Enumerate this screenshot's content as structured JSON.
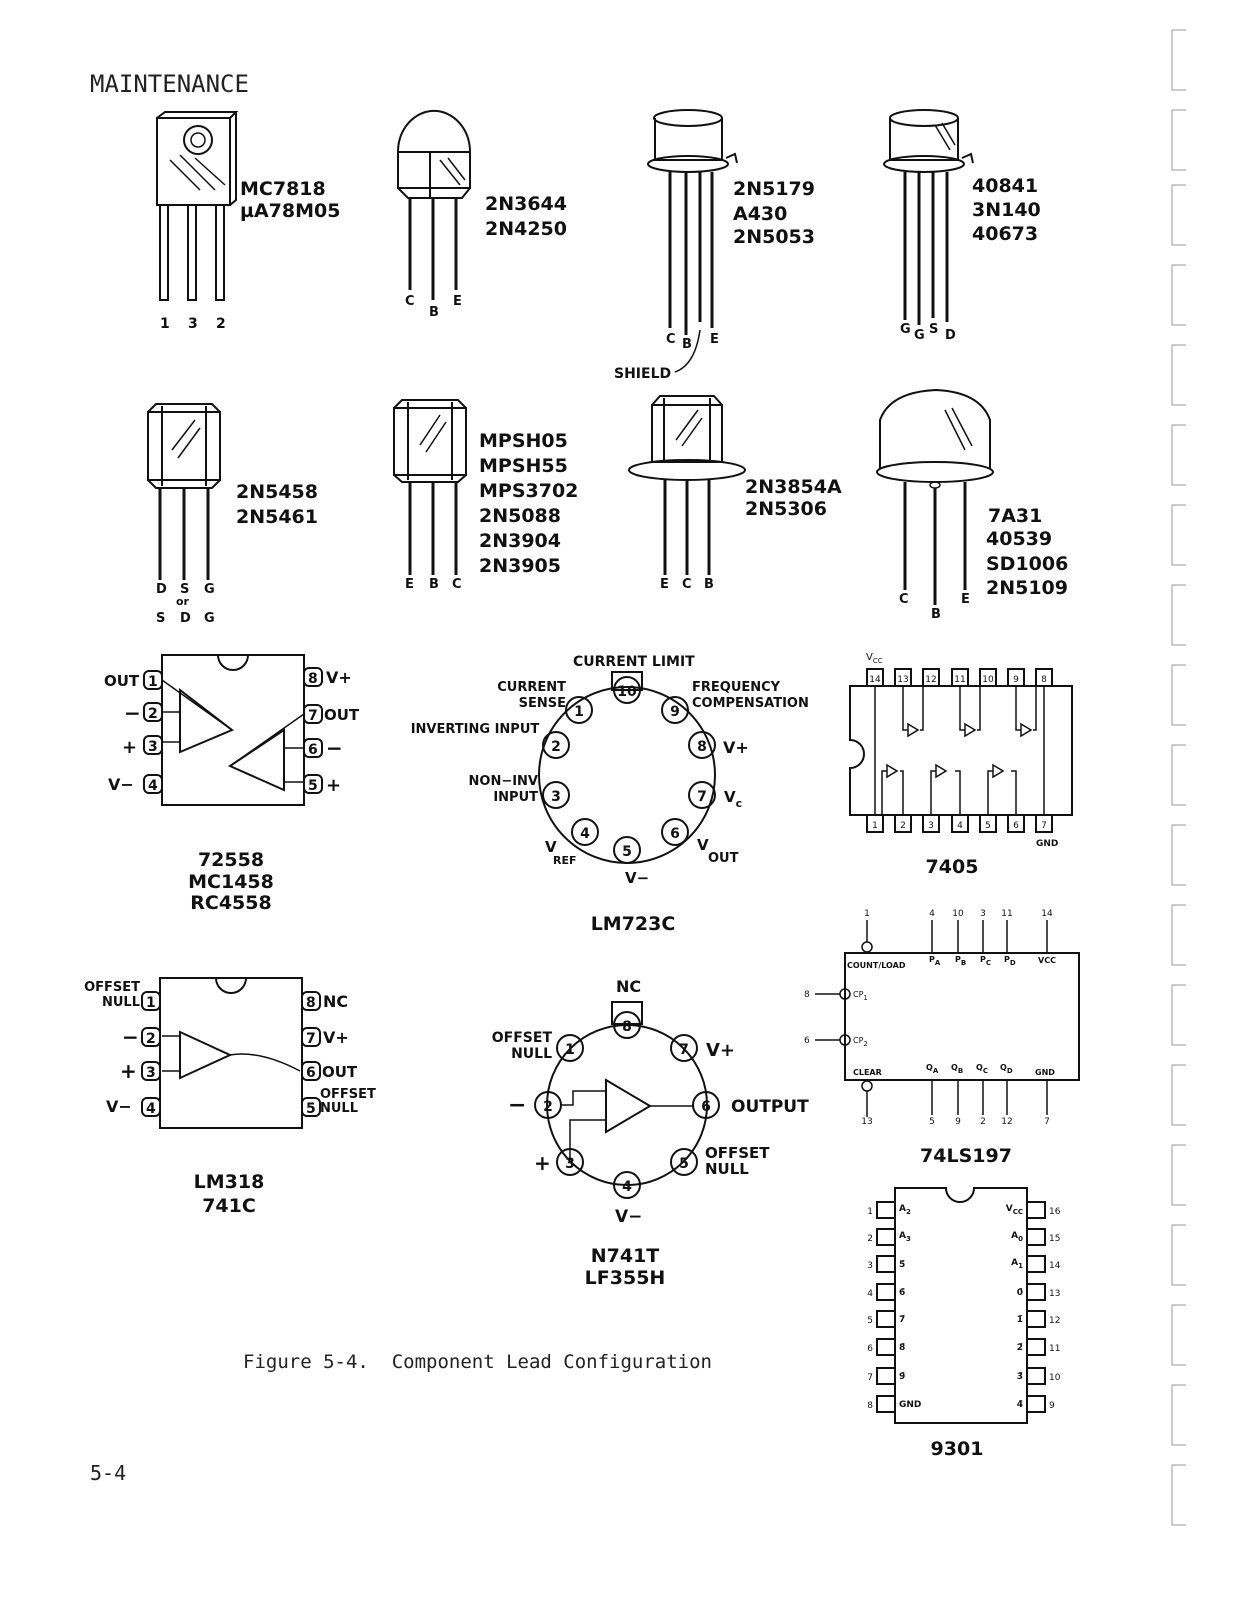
{
  "header": {
    "section": "MAINTENANCE"
  },
  "caption": "Figure 5-4.  Component Lead Configuration",
  "page_number": "5-4",
  "transistors": {
    "t1": {
      "parts": [
        "MC7818",
        "µA78M05"
      ],
      "pins": [
        "1",
        "3",
        "2"
      ]
    },
    "t2": {
      "parts": [
        "2N3644",
        "2N4250"
      ],
      "pins": [
        "C",
        "B",
        "E"
      ]
    },
    "t3": {
      "parts": [
        "2N5179",
        "A430",
        "2N5053"
      ],
      "pins": [
        "C",
        "B",
        "E"
      ],
      "shield": "SHIELD"
    },
    "t4": {
      "parts": [
        "40841",
        "3N140",
        "40673"
      ],
      "pins": [
        "G",
        "G",
        "S",
        "D"
      ]
    },
    "t5": {
      "parts": [
        "2N5458",
        "2N5461"
      ],
      "pins_top": [
        "D",
        "S",
        "G"
      ],
      "or": "or",
      "pins_bottom": [
        "S",
        "D",
        "G"
      ]
    },
    "t6": {
      "parts": [
        "MPSH05",
        "MPSH55",
        "MPS3702",
        "2N5088",
        "2N3904",
        "2N3905"
      ],
      "pins": [
        "E",
        "B",
        "C"
      ]
    },
    "t7": {
      "parts": [
        "2N3854A",
        "2N5306"
      ],
      "pins": [
        "E",
        "C",
        "B"
      ]
    },
    "t8": {
      "parts": [
        "7A31",
        "40539",
        "SD1006",
        "2N5109"
      ],
      "pins": [
        "C",
        "B",
        "E"
      ]
    }
  },
  "ic_dual": {
    "left": [
      {
        "pin": "1",
        "label": "OUT"
      },
      {
        "pin": "2",
        "label": "−"
      },
      {
        "pin": "3",
        "label": "+"
      },
      {
        "pin": "4",
        "label": "V−"
      }
    ],
    "right": [
      {
        "pin": "8",
        "label": "V+"
      },
      {
        "pin": "7",
        "label": "OUT"
      },
      {
        "pin": "6",
        "label": "−"
      },
      {
        "pin": "5",
        "label": "+"
      }
    ],
    "parts": [
      "72558",
      "MC1458",
      "RC4558"
    ]
  },
  "ic_single": {
    "left": [
      {
        "pin": "1",
        "label": "OFFSET NULL"
      },
      {
        "pin": "2",
        "label": "−"
      },
      {
        "pin": "3",
        "label": "+"
      },
      {
        "pin": "4",
        "label": "V−"
      }
    ],
    "right": [
      {
        "pin": "8",
        "label": "NC"
      },
      {
        "pin": "7",
        "label": "V+"
      },
      {
        "pin": "6",
        "label": "OUT"
      },
      {
        "pin": "5",
        "label": "OFFSET NULL"
      }
    ],
    "parts": [
      "LM318",
      "741C"
    ]
  },
  "lm723": {
    "pins": [
      {
        "n": "10",
        "label": "CURRENT LIMIT"
      },
      {
        "n": "1",
        "label": "CURRENT SENSE"
      },
      {
        "n": "9",
        "label": "FREQUENCY COMPENSATION"
      },
      {
        "n": "2",
        "label": "INVERTING INPUT"
      },
      {
        "n": "8",
        "label": "V+"
      },
      {
        "n": "3",
        "label": "NON−INV INPUT"
      },
      {
        "n": "7",
        "label": "V",
        "sub": "c"
      },
      {
        "n": "4",
        "label": "V",
        "sub": "REF"
      },
      {
        "n": "6",
        "label": "V",
        "sub": "OUT"
      },
      {
        "n": "5",
        "label": "V−"
      }
    ],
    "part": "LM723C"
  },
  "n741": {
    "pins": [
      {
        "n": "8",
        "label": "NC"
      },
      {
        "n": "1",
        "label": "OFFSET NULL"
      },
      {
        "n": "7",
        "label": "V+"
      },
      {
        "n": "2",
        "label": "−"
      },
      {
        "n": "6",
        "label": "OUTPUT"
      },
      {
        "n": "3",
        "label": "+"
      },
      {
        "n": "5",
        "label": "OFFSET NULL"
      },
      {
        "n": "4",
        "label": "V−"
      }
    ],
    "parts": [
      "N741T",
      "LF355H"
    ]
  },
  "ic7405": {
    "vcc": "V",
    "vcc_sub": "CC",
    "top_pins": [
      "14",
      "13",
      "12",
      "11",
      "10",
      "9",
      "8"
    ],
    "bottom_pins": [
      "1",
      "2",
      "3",
      "4",
      "5",
      "6",
      "7"
    ],
    "gnd": "GND",
    "part": "7405"
  },
  "ic74ls197": {
    "top_nums": [
      "1",
      "4",
      "10",
      "3",
      "11",
      "14"
    ],
    "inputs": [
      "COUNT/LOAD",
      "P",
      "P",
      "P",
      "P",
      "VCC"
    ],
    "input_subs": [
      "",
      "A",
      "B",
      "C",
      "D",
      ""
    ],
    "cp1_num": "8",
    "cp1": "CP",
    "cp1_sub": "1",
    "cp2_num": "6",
    "cp2": "CP",
    "cp2_sub": "2",
    "outputs": [
      "CLEAR",
      "Q",
      "Q",
      "Q",
      "Q",
      "GND"
    ],
    "output_subs": [
      "",
      "A",
      "B",
      "C",
      "D",
      ""
    ],
    "bottom_nums": [
      "13",
      "5",
      "9",
      "2",
      "12",
      "7"
    ],
    "part": "74LS197"
  },
  "ic9301": {
    "left": [
      {
        "pin": "1",
        "label": "A",
        "sub": "2"
      },
      {
        "pin": "2",
        "label": "A",
        "sub": "3"
      },
      {
        "pin": "3",
        "label": "5̄"
      },
      {
        "pin": "4",
        "label": "6̄"
      },
      {
        "pin": "5",
        "label": "7̄"
      },
      {
        "pin": "6",
        "label": "8̄"
      },
      {
        "pin": "7",
        "label": "9̄"
      },
      {
        "pin": "8",
        "label": "GND"
      }
    ],
    "right": [
      {
        "pin": "16",
        "label": "V",
        "sub": "CC"
      },
      {
        "pin": "15",
        "label": "A",
        "sub": "0"
      },
      {
        "pin": "14",
        "label": "A",
        "sub": "1"
      },
      {
        "pin": "13",
        "label": "0̄"
      },
      {
        "pin": "12",
        "label": "1̄"
      },
      {
        "pin": "11",
        "label": "2̄"
      },
      {
        "pin": "10",
        "label": "3̄"
      },
      {
        "pin": "9",
        "label": "4̄"
      }
    ],
    "part": "9301"
  }
}
